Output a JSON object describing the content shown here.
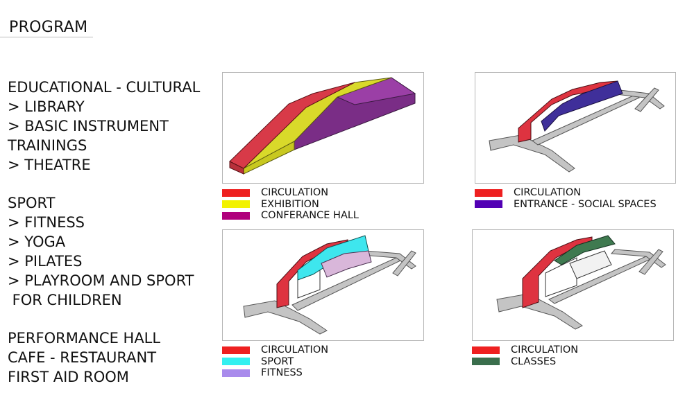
{
  "title": "PROGRAM",
  "program": {
    "lines": [
      "EDUCATIONAL - CULTURAL",
      "> LIBRARY",
      "> BASIC INSTRUMENT",
      "TRAININGS",
      "> THEATRE",
      "",
      "SPORT",
      "> FITNESS",
      "> YOGA",
      "> PILATES",
      "> PLAYROOM AND SPORT",
      " FOR CHILDREN",
      "",
      "PERFORMANCE HALL",
      "CAFE - RESTAURANT",
      "FIRST AID ROOM"
    ]
  },
  "colors": {
    "circulation": "#ee2020",
    "exhibition": "#f2f200",
    "conference": "#b0007c",
    "entrance": "#5200b4",
    "sport": "#33f0f0",
    "fitness": "#a98bec",
    "classes": "#3a6e4c"
  },
  "diagrams": [
    {
      "legend": [
        {
          "label": "CIRCULATION",
          "color": "#ee2020"
        },
        {
          "label": "EXHIBITION",
          "color": "#f2f200"
        },
        {
          "label": "CONFERANCE HALL",
          "color": "#b0007c"
        }
      ]
    },
    {
      "legend": [
        {
          "label": "CIRCULATION",
          "color": "#ee2020"
        },
        {
          "label": "ENTRANCE - SOCIAL SPACES",
          "color": "#5200b4"
        }
      ]
    },
    {
      "legend": [
        {
          "label": "CIRCULATION",
          "color": "#ee2020"
        },
        {
          "label": "SPORT",
          "color": "#33f0f0"
        },
        {
          "label": "FITNESS",
          "color": "#a98bec"
        }
      ]
    },
    {
      "legend": [
        {
          "label": "CIRCULATION",
          "color": "#ee2020"
        },
        {
          "label": "CLASSES",
          "color": "#3a6e4c"
        }
      ]
    }
  ]
}
